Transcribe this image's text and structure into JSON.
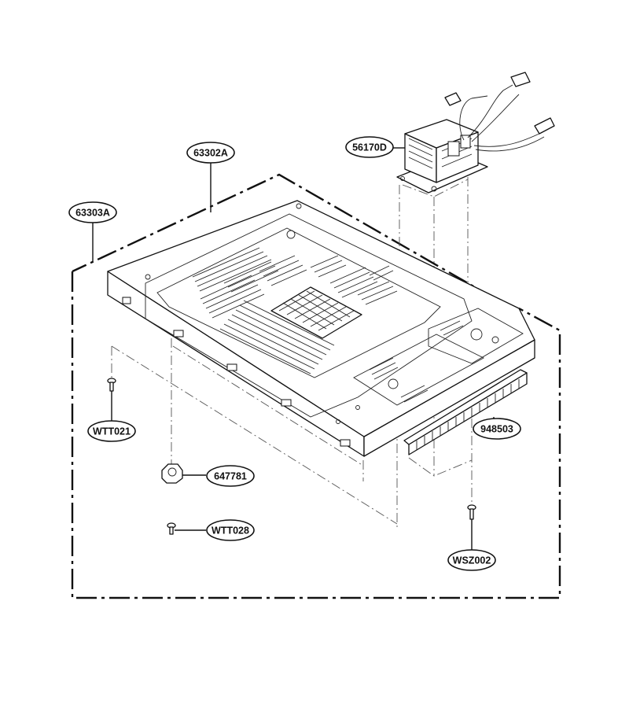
{
  "labels": {
    "p63302A": "63302A",
    "p63303A": "63303A",
    "p56170D": "56170D",
    "pWTT021": "WTT021",
    "p647781": "647781",
    "pWTT028": "WTT028",
    "p948503": "948503",
    "pWSZ002": "WSZ002"
  }
}
